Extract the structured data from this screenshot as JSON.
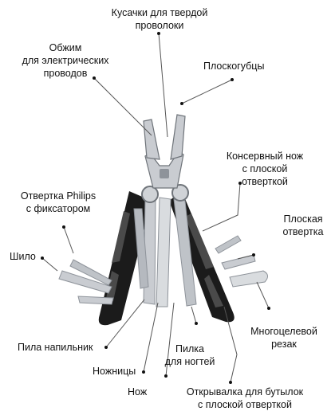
{
  "colors": {
    "steel": "#c9ccd1",
    "steel_dark": "#8e939a",
    "handle": "#1b1b1b",
    "line": "#555555",
    "text": "#111111"
  },
  "labels": {
    "wire_cutter": "Кусачки для твердой\nпроволоки",
    "crimper": "Обжим\nдля электрических\nпроводов",
    "pliers": "Плоскогубцы",
    "can_opener": "Консервный нож\nс плоской\nотверткой",
    "phillips": "Отвертка Philips\nс фиксатором",
    "flat_screwdriver": "Плоская\nотвертка",
    "awl": "Шило",
    "multi_cutter": "Многоцелевой\nрезак",
    "file_saw": "Пила напильник",
    "nail_file": "Пилка\nдля ногтей",
    "scissors": "Ножницы",
    "knife": "Нож",
    "bottle_opener": "Открывалка для бутылок\nс плоской отверткой"
  },
  "icons": {
    "tool": "multitool-illustration",
    "pointer": "callout-dot"
  }
}
